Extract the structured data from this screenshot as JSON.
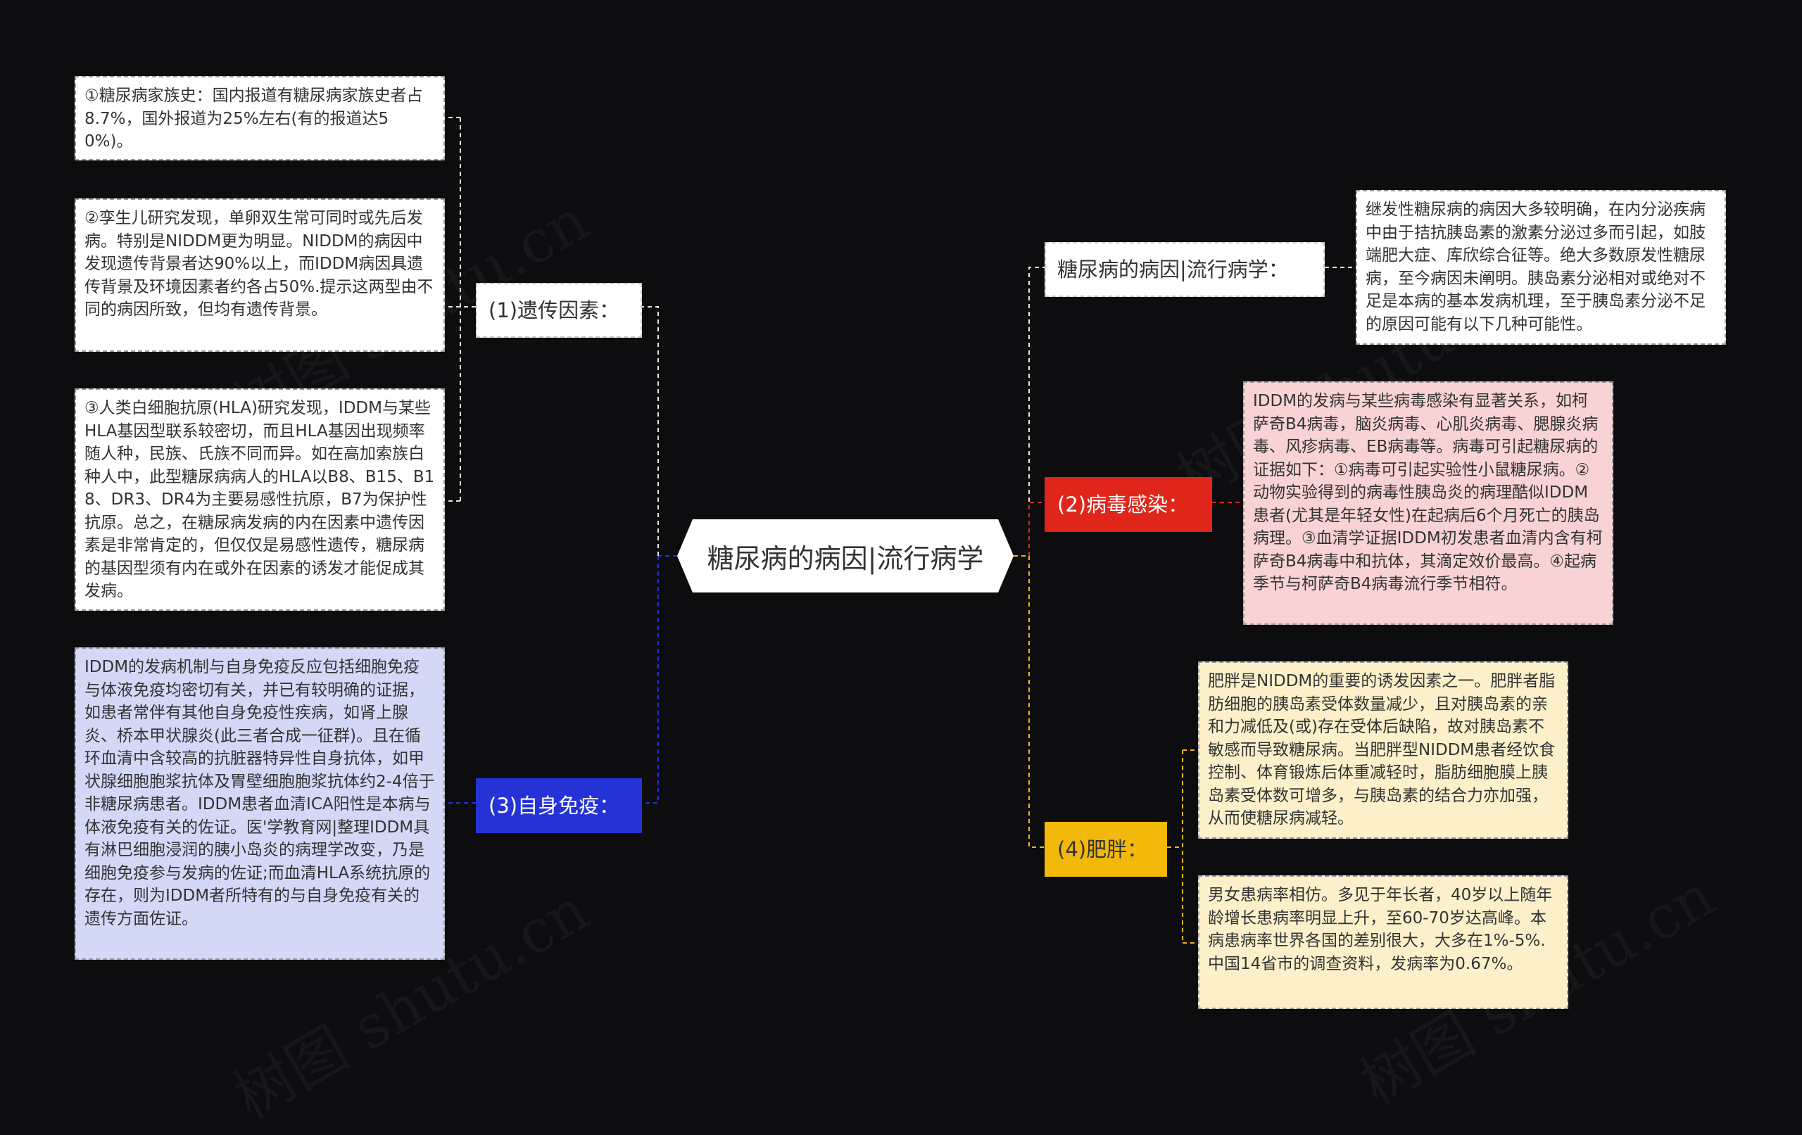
{
  "root": {
    "title": "糖尿病的病因|流行病学"
  },
  "branches": {
    "genetic": {
      "label": "(1)遗传因素：",
      "notes": [
        "①糖尿病家族史：国内报道有糖尿病家族史者占8.7%，国外报道为25%左右(有的报道达50%)。",
        "②孪生儿研究发现，单卵双生常可同时或先后发病。特别是NIDDM更为明显。NIDDM的病因中发现遗传背景者达90%以上，而IDDM病因具遗传背景及环境因素者约各占50%.提示这两型由不同的病因所致，但均有遗传背景。",
        "③人类白细胞抗原(HLA)研究发现，IDDM与某些HLA基因型联系较密切，而且HLA基因出现频率随人种，民族、氏族不同而异。如在高加索族白种人中，此型糖尿病病人的HLA以B8、B15、B18、DR3、DR4为主要易感性抗原，B7为保护性抗原。总之，在糖尿病发病的内在因素中遗传因素是非常肯定的，但仅仅是易感性遗传，糖尿病的基因型须有内在或外在因素的诱发才能促成其发病。"
      ]
    },
    "autoimmune": {
      "label": "(3)自身免疫：",
      "notes": [
        "IDDM的发病机制与自身免疫反应包括细胞免疫与体液免疫均密切有关，并已有较明确的证据，如患者常伴有其他自身免疫性疾病，如肾上腺炎、桥本甲状腺炎(此三者合成一征群)。且在循环血清中含较高的抗脏器特异性自身抗体，如甲状腺细胞胞浆抗体及胃壁细胞胞浆抗体约2-4倍于非糖尿病患者。IDDM患者血清ICA阳性是本病与体液免疫有关的佐证。医'学教育网|整理IDDM具有淋巴细胞浸润的胰小岛炎的病理学改变，乃是细胞免疫参与发病的佐证;而血清HLA系统抗原的存在，则为IDDM者所特有的与自身免疫有关的遗传方面佐证。"
      ]
    },
    "intro": {
      "label": "糖尿病的病因|流行病学：",
      "notes": [
        "继发性糖尿病的病因大多较明确，在内分泌疾病中由于拮抗胰岛素的激素分泌过多而引起，如肢端肥大症、库欣综合征等。绝大多数原发性糖尿病，至今病因未阐明。胰岛素分泌相对或绝对不足是本病的基本发病机理，至于胰岛素分泌不足的原因可能有以下几种可能性。"
      ]
    },
    "virus": {
      "label": "(2)病毒感染：",
      "notes": [
        "IDDM的发病与某些病毒感染有显著关系，如柯萨奇B4病毒，脑炎病毒、心肌炎病毒、腮腺炎病毒、风疹病毒、EB病毒等。病毒可引起糖尿病的证据如下：①病毒可引起实验性小鼠糖尿病。②动物实验得到的病毒性胰岛炎的病理酷似IDDM患者(尤其是年轻女性)在起病后6个月死亡的胰岛病理。③血清学证据IDDM初发患者血清内含有柯萨奇B4病毒中和抗体，其滴定效价最高。④起病季节与柯萨奇B4病毒流行季节相符。"
      ]
    },
    "obesity": {
      "label": "(4)肥胖：",
      "notes": [
        "肥胖是NIDDM的重要的诱发因素之一。肥胖者脂肪细胞的胰岛素受体数量减少，且对胰岛素的亲和力减低及(或)存在受体后缺陷，故对胰岛素不敏感而导致糖尿病。当肥胖型NIDDM患者经饮食控制、体育锻炼后体重减轻时，脂肪细胞膜上胰岛素受体数可增多，与胰岛素的结合力亦加强，从而使糖尿病减轻。",
        "男女患病率相仿。多见于年长者，40岁以上随年龄增长患病率明显上升，至60-70岁达高峰。本病患病率世界各国的差别很大，大多在1%-5%.中国14省市的调查资料，发病率为0.67%。"
      ]
    }
  },
  "watermark": "树图 shutu.cn",
  "colors": {
    "background": "#0d0d0f",
    "white_line": "#e6e6e6",
    "blue": "#2533d6",
    "red": "#e0261b",
    "yellow": "#f2b90a"
  }
}
